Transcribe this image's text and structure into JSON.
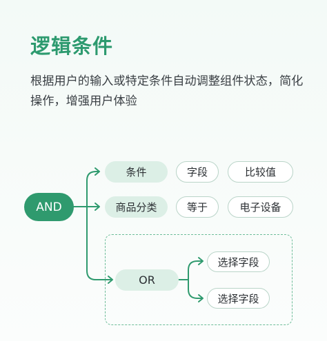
{
  "header": {
    "title": "逻辑条件",
    "description": "根据用户的输入或特定条件自动调整组件状态，简化操作，增强用户体验"
  },
  "diagram": {
    "root": "AND",
    "conditions": [
      {
        "field": "条件",
        "operator": "字段",
        "value": "比较值"
      },
      {
        "field": "商品分类",
        "operator": "等于",
        "value": "电子设备"
      }
    ],
    "group": {
      "operator": "OR",
      "children": [
        "选择字段",
        "选择字段"
      ]
    }
  },
  "colors": {
    "accent": "#2f9a6e",
    "pill_fill": "#dcefe6",
    "pill_border": "#b9d4c8",
    "connector": "#2f9a6e"
  }
}
